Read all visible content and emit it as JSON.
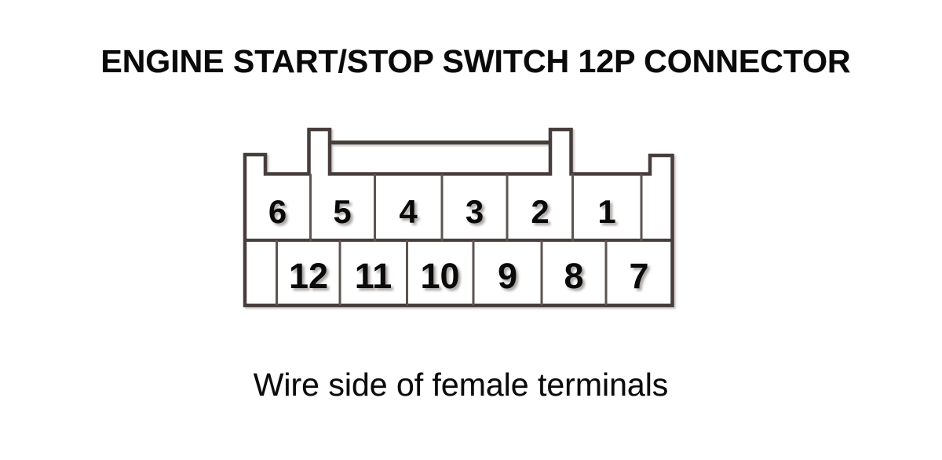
{
  "title": "ENGINE START/STOP SWITCH 12P CONNECTOR",
  "caption": "Wire side of female terminals",
  "connector": {
    "top_row_pins": [
      "6",
      "5",
      "4",
      "3",
      "2",
      "1"
    ],
    "bottom_row_pins": [
      "12",
      "11",
      "10",
      "9",
      "8",
      "7"
    ],
    "colors": {
      "outline": "#473e3c",
      "separator": "#5d5451",
      "pin_text": "#0b0a0a",
      "body_fill": "#ffffff"
    }
  }
}
